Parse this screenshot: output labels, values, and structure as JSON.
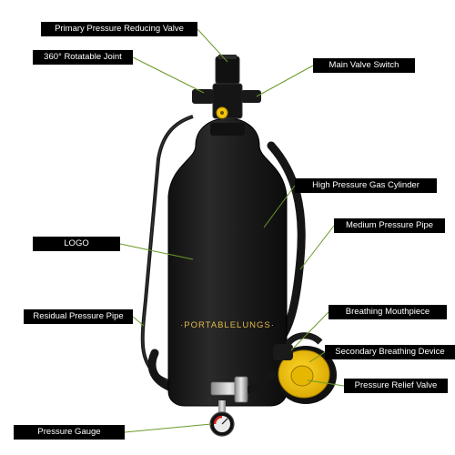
{
  "labels": {
    "primary_pressure_reducing_valve": "Primary Pressure Reducing Valve",
    "rotatable_joint": "360° Rotatable Joint",
    "main_valve_switch": "Main Valve Switch",
    "high_pressure_gas_cylinder": "High Pressure Gas Cylinder",
    "medium_pressure_pipe": "Medium Pressure Pipe",
    "logo": "LOGO",
    "residual_pressure_pipe": "Residual Pressure Pipe",
    "breathing_mouthpiece": "Breathing Mouthpiece",
    "secondary_breathing_device": "Secondary Breathing Device",
    "pressure_relief_valve": "Pressure Relief Valve",
    "pressure_gauge": "Pressure Gauge"
  },
  "cylinder_brand_text": "·PORTABLELUNGS·",
  "colors": {
    "label_bg": "#000000",
    "label_text": "#ffffff",
    "leader_line": "#6a9a2a",
    "cylinder": "#1b1b1b",
    "accent_yellow": "#f2c40c"
  }
}
